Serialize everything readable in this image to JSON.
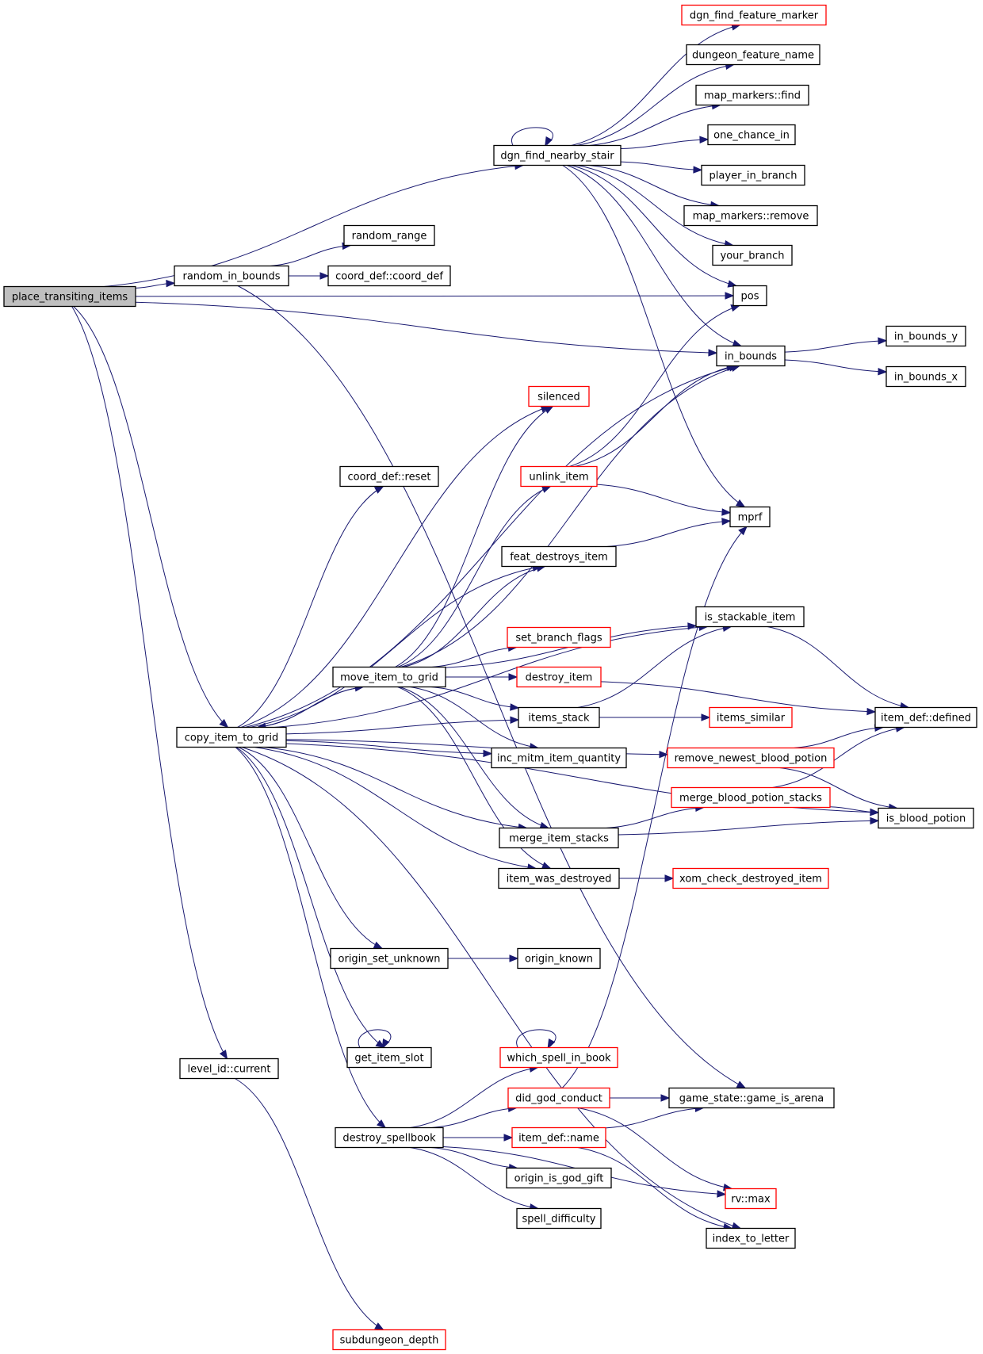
{
  "colors": {
    "edge": "#191970",
    "node_border_default": "#000000",
    "node_border_external": "#ff0000",
    "node_fill_root": "#bfbfbf",
    "node_fill_default": "#ffffff"
  },
  "nodes": [
    {
      "id": "place_transiting_items",
      "label": "place_transiting_items",
      "style": "root"
    },
    {
      "id": "dgn_find_nearby_stair",
      "label": "dgn_find_nearby_stair",
      "style": "normal"
    },
    {
      "id": "random_in_bounds",
      "label": "random_in_bounds",
      "style": "normal"
    },
    {
      "id": "pos",
      "label": "pos",
      "style": "normal"
    },
    {
      "id": "in_bounds",
      "label": "in_bounds",
      "style": "normal"
    },
    {
      "id": "copy_item_to_grid",
      "label": "copy_item_to_grid",
      "style": "normal"
    },
    {
      "id": "level_id_current",
      "label": "level_id::current",
      "style": "normal"
    },
    {
      "id": "dgn_find_feature_marker",
      "label": "dgn_find_feature_marker",
      "style": "external"
    },
    {
      "id": "dungeon_feature_name",
      "label": "dungeon_feature_name",
      "style": "normal"
    },
    {
      "id": "map_markers_find",
      "label": "map_markers::find",
      "style": "normal"
    },
    {
      "id": "one_chance_in",
      "label": "one_chance_in",
      "style": "normal"
    },
    {
      "id": "player_in_branch",
      "label": "player_in_branch",
      "style": "normal"
    },
    {
      "id": "map_markers_remove",
      "label": "map_markers::remove",
      "style": "normal"
    },
    {
      "id": "your_branch",
      "label": "your_branch",
      "style": "normal"
    },
    {
      "id": "mprf",
      "label": "mprf",
      "style": "normal"
    },
    {
      "id": "random_range",
      "label": "random_range",
      "style": "normal"
    },
    {
      "id": "coord_def_coord_def",
      "label": "coord_def::coord_def",
      "style": "normal"
    },
    {
      "id": "game_state_game_is_arena",
      "label": "game_state::game_is_arena",
      "style": "normal"
    },
    {
      "id": "in_bounds_y",
      "label": "in_bounds_y",
      "style": "normal"
    },
    {
      "id": "in_bounds_x",
      "label": "in_bounds_x",
      "style": "normal"
    },
    {
      "id": "silenced",
      "label": "silenced",
      "style": "external"
    },
    {
      "id": "coord_def_reset",
      "label": "coord_def::reset",
      "style": "normal"
    },
    {
      "id": "unlink_item",
      "label": "unlink_item",
      "style": "external"
    },
    {
      "id": "feat_destroys_item",
      "label": "feat_destroys_item",
      "style": "normal"
    },
    {
      "id": "is_stackable_item",
      "label": "is_stackable_item",
      "style": "normal"
    },
    {
      "id": "set_branch_flags",
      "label": "set_branch_flags",
      "style": "external"
    },
    {
      "id": "move_item_to_grid",
      "label": "move_item_to_grid",
      "style": "normal"
    },
    {
      "id": "destroy_item",
      "label": "destroy_item",
      "style": "external"
    },
    {
      "id": "items_stack",
      "label": "items_stack",
      "style": "normal"
    },
    {
      "id": "items_similar",
      "label": "items_similar",
      "style": "external"
    },
    {
      "id": "item_def_defined",
      "label": "item_def::defined",
      "style": "normal"
    },
    {
      "id": "inc_mitm_item_quantity",
      "label": "inc_mitm_item_quantity",
      "style": "normal"
    },
    {
      "id": "remove_newest_blood_potion",
      "label": "remove_newest_blood_potion",
      "style": "external"
    },
    {
      "id": "merge_blood_potion_stacks",
      "label": "merge_blood_potion_stacks",
      "style": "external"
    },
    {
      "id": "is_blood_potion",
      "label": "is_blood_potion",
      "style": "normal"
    },
    {
      "id": "merge_item_stacks",
      "label": "merge_item_stacks",
      "style": "normal"
    },
    {
      "id": "item_was_destroyed",
      "label": "item_was_destroyed",
      "style": "normal"
    },
    {
      "id": "xom_check_destroyed_item",
      "label": "xom_check_destroyed_item",
      "style": "external"
    },
    {
      "id": "origin_set_unknown",
      "label": "origin_set_unknown",
      "style": "normal"
    },
    {
      "id": "origin_known",
      "label": "origin_known",
      "style": "normal"
    },
    {
      "id": "get_item_slot",
      "label": "get_item_slot",
      "style": "normal"
    },
    {
      "id": "which_spell_in_book",
      "label": "which_spell_in_book",
      "style": "external"
    },
    {
      "id": "did_god_conduct",
      "label": "did_god_conduct",
      "style": "external"
    },
    {
      "id": "destroy_spellbook",
      "label": "destroy_spellbook",
      "style": "normal"
    },
    {
      "id": "item_def_name",
      "label": "item_def::name",
      "style": "external"
    },
    {
      "id": "origin_is_god_gift",
      "label": "origin_is_god_gift",
      "style": "normal"
    },
    {
      "id": "spell_difficulty",
      "label": "spell_difficulty",
      "style": "normal"
    },
    {
      "id": "rv_max",
      "label": "rv::max",
      "style": "external"
    },
    {
      "id": "index_to_letter",
      "label": "index_to_letter",
      "style": "normal"
    },
    {
      "id": "subdungeon_depth",
      "label": "subdungeon_depth",
      "style": "external"
    }
  ],
  "edges": [
    {
      "from": "place_transiting_items",
      "to": "dgn_find_nearby_stair"
    },
    {
      "from": "place_transiting_items",
      "to": "random_in_bounds"
    },
    {
      "from": "place_transiting_items",
      "to": "pos"
    },
    {
      "from": "place_transiting_items",
      "to": "in_bounds"
    },
    {
      "from": "place_transiting_items",
      "to": "copy_item_to_grid"
    },
    {
      "from": "place_transiting_items",
      "to": "level_id_current"
    },
    {
      "from": "dgn_find_nearby_stair",
      "to": "dgn_find_feature_marker"
    },
    {
      "from": "dgn_find_nearby_stair",
      "to": "dungeon_feature_name"
    },
    {
      "from": "dgn_find_nearby_stair",
      "to": "map_markers_find"
    },
    {
      "from": "dgn_find_nearby_stair",
      "to": "one_chance_in"
    },
    {
      "from": "dgn_find_nearby_stair",
      "to": "player_in_branch"
    },
    {
      "from": "dgn_find_nearby_stair",
      "to": "map_markers_remove"
    },
    {
      "from": "dgn_find_nearby_stair",
      "to": "your_branch"
    },
    {
      "from": "dgn_find_nearby_stair",
      "to": "pos"
    },
    {
      "from": "dgn_find_nearby_stair",
      "to": "in_bounds"
    },
    {
      "from": "dgn_find_nearby_stair",
      "to": "mprf"
    },
    {
      "from": "dgn_find_nearby_stair",
      "to": "dgn_find_nearby_stair"
    },
    {
      "from": "random_in_bounds",
      "to": "random_range"
    },
    {
      "from": "random_in_bounds",
      "to": "coord_def_coord_def"
    },
    {
      "from": "random_in_bounds",
      "to": "game_state_game_is_arena"
    },
    {
      "from": "in_bounds",
      "to": "in_bounds_y"
    },
    {
      "from": "in_bounds",
      "to": "in_bounds_x"
    },
    {
      "from": "copy_item_to_grid",
      "to": "in_bounds"
    },
    {
      "from": "copy_item_to_grid",
      "to": "silenced"
    },
    {
      "from": "copy_item_to_grid",
      "to": "coord_def_reset"
    },
    {
      "from": "copy_item_to_grid",
      "to": "feat_destroys_item"
    },
    {
      "from": "copy_item_to_grid",
      "to": "is_stackable_item"
    },
    {
      "from": "copy_item_to_grid",
      "to": "move_item_to_grid"
    },
    {
      "from": "copy_item_to_grid",
      "to": "items_stack"
    },
    {
      "from": "copy_item_to_grid",
      "to": "inc_mitm_item_quantity"
    },
    {
      "from": "copy_item_to_grid",
      "to": "remove_newest_blood_potion"
    },
    {
      "from": "copy_item_to_grid",
      "to": "merge_item_stacks"
    },
    {
      "from": "copy_item_to_grid",
      "to": "item_was_destroyed"
    },
    {
      "from": "copy_item_to_grid",
      "to": "origin_set_unknown"
    },
    {
      "from": "copy_item_to_grid",
      "to": "is_blood_potion"
    },
    {
      "from": "copy_item_to_grid",
      "to": "get_item_slot"
    },
    {
      "from": "copy_item_to_grid",
      "to": "destroy_spellbook"
    },
    {
      "from": "copy_item_to_grid",
      "to": "index_to_letter"
    },
    {
      "from": "move_item_to_grid",
      "to": "copy_item_to_grid"
    },
    {
      "from": "move_item_to_grid",
      "to": "in_bounds"
    },
    {
      "from": "move_item_to_grid",
      "to": "silenced"
    },
    {
      "from": "move_item_to_grid",
      "to": "unlink_item"
    },
    {
      "from": "move_item_to_grid",
      "to": "feat_destroys_item"
    },
    {
      "from": "move_item_to_grid",
      "to": "is_stackable_item"
    },
    {
      "from": "move_item_to_grid",
      "to": "set_branch_flags"
    },
    {
      "from": "move_item_to_grid",
      "to": "destroy_item"
    },
    {
      "from": "move_item_to_grid",
      "to": "items_stack"
    },
    {
      "from": "move_item_to_grid",
      "to": "inc_mitm_item_quantity"
    },
    {
      "from": "move_item_to_grid",
      "to": "merge_item_stacks"
    },
    {
      "from": "move_item_to_grid",
      "to": "item_was_destroyed"
    },
    {
      "from": "unlink_item",
      "to": "pos"
    },
    {
      "from": "unlink_item",
      "to": "in_bounds"
    },
    {
      "from": "unlink_item",
      "to": "mprf"
    },
    {
      "from": "feat_destroys_item",
      "to": "mprf"
    },
    {
      "from": "is_stackable_item",
      "to": "item_def_defined"
    },
    {
      "from": "destroy_item",
      "to": "item_def_defined"
    },
    {
      "from": "items_stack",
      "to": "is_stackable_item"
    },
    {
      "from": "items_stack",
      "to": "items_similar"
    },
    {
      "from": "remove_newest_blood_potion",
      "to": "item_def_defined"
    },
    {
      "from": "remove_newest_blood_potion",
      "to": "is_blood_potion"
    },
    {
      "from": "merge_blood_potion_stacks",
      "to": "item_def_defined"
    },
    {
      "from": "merge_blood_potion_stacks",
      "to": "is_blood_potion"
    },
    {
      "from": "merge_item_stacks",
      "to": "merge_blood_potion_stacks"
    },
    {
      "from": "merge_item_stacks",
      "to": "is_blood_potion"
    },
    {
      "from": "item_was_destroyed",
      "to": "xom_check_destroyed_item"
    },
    {
      "from": "origin_set_unknown",
      "to": "origin_known"
    },
    {
      "from": "get_item_slot",
      "to": "get_item_slot"
    },
    {
      "from": "destroy_spellbook",
      "to": "which_spell_in_book"
    },
    {
      "from": "destroy_spellbook",
      "to": "did_god_conduct"
    },
    {
      "from": "destroy_spellbook",
      "to": "item_def_name"
    },
    {
      "from": "destroy_spellbook",
      "to": "origin_is_god_gift"
    },
    {
      "from": "destroy_spellbook",
      "to": "spell_difficulty"
    },
    {
      "from": "destroy_spellbook",
      "to": "rv_max"
    },
    {
      "from": "which_spell_in_book",
      "to": "which_spell_in_book"
    },
    {
      "from": "did_god_conduct",
      "to": "mprf"
    },
    {
      "from": "did_god_conduct",
      "to": "game_state_game_is_arena"
    },
    {
      "from": "did_god_conduct",
      "to": "rv_max"
    },
    {
      "from": "item_def_name",
      "to": "game_state_game_is_arena"
    },
    {
      "from": "item_def_name",
      "to": "index_to_letter"
    },
    {
      "from": "level_id_current",
      "to": "subdungeon_depth"
    }
  ]
}
